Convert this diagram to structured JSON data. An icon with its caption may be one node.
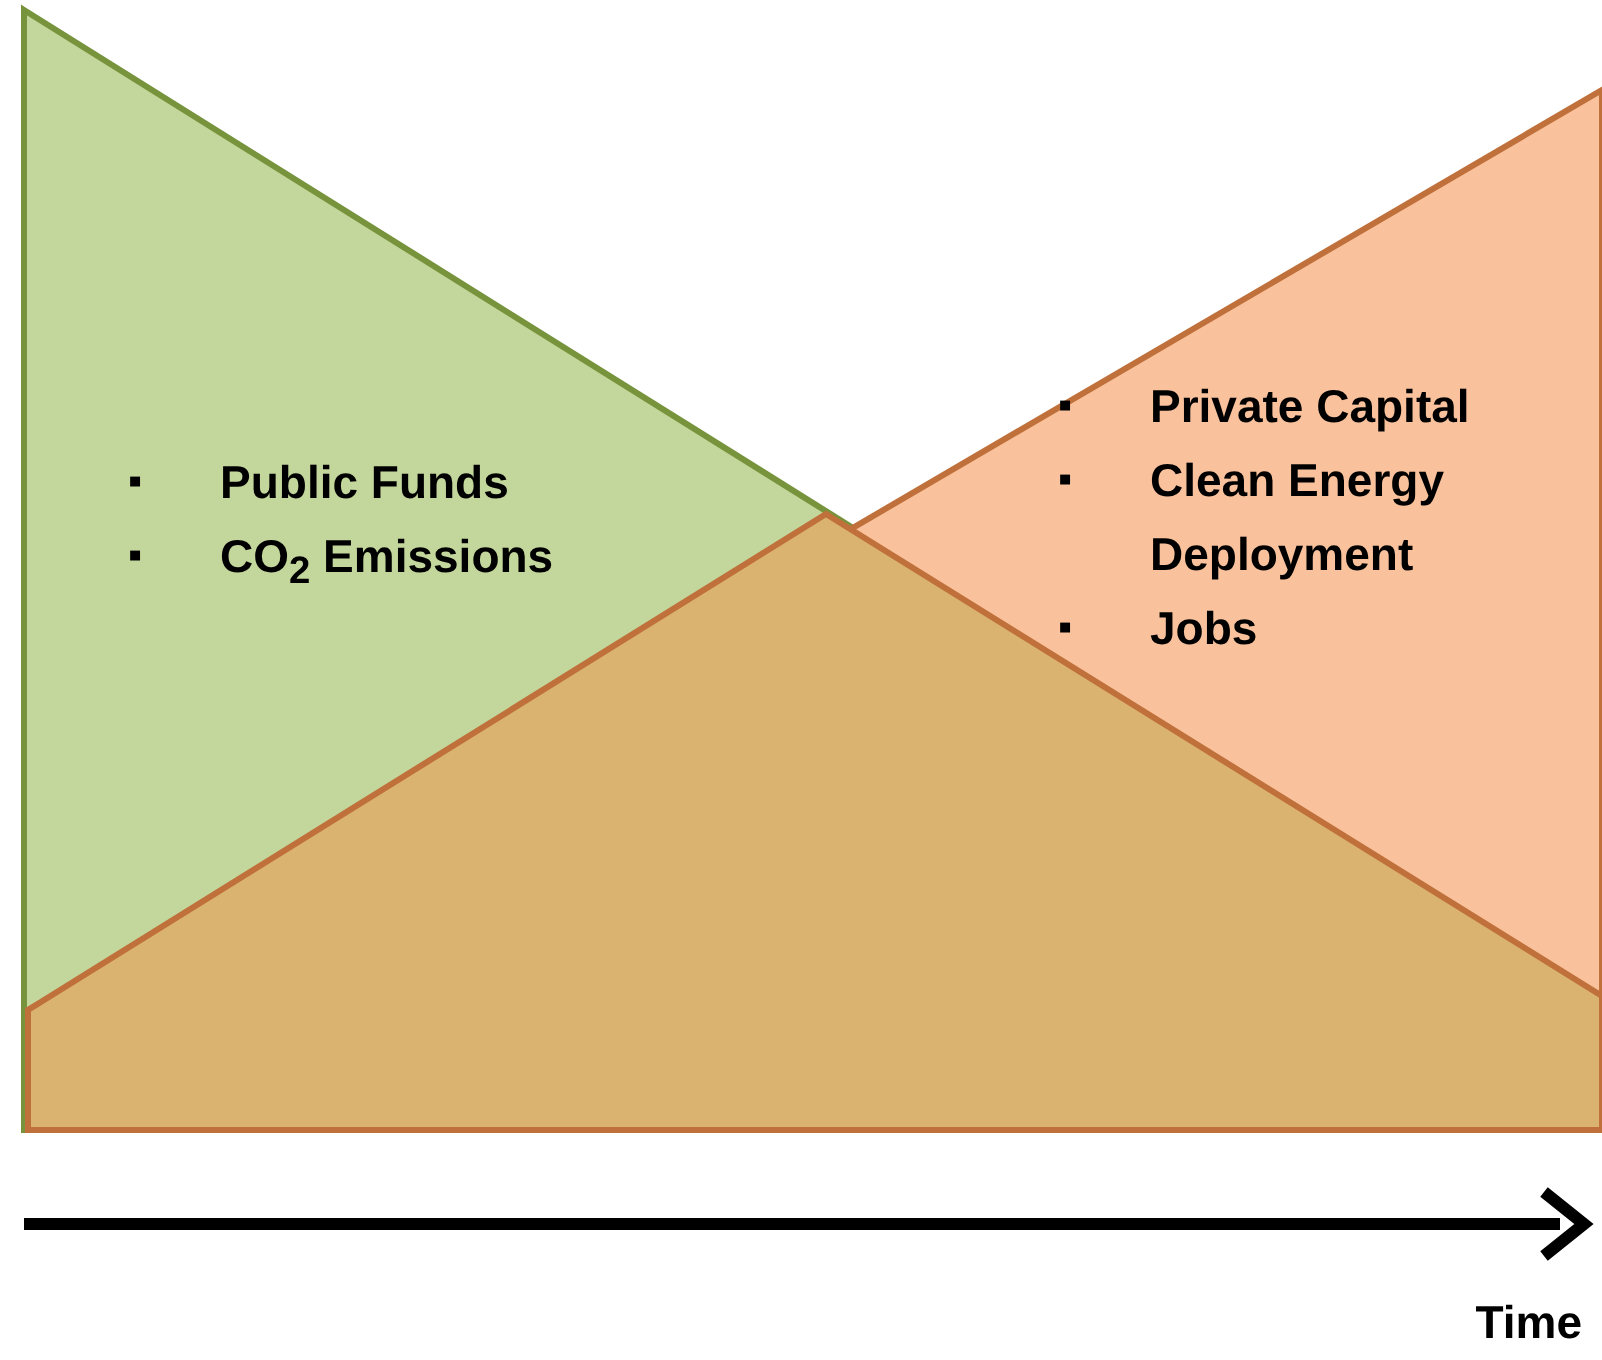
{
  "diagram": {
    "nodes": [
      {
        "text": [
          "▪",
          "Public Funds",
          "▪",
          "CO$_{2}$ Emissions"
        ]
      },
      {
        "text": [
          "▪",
          "Private Capital",
          "▪",
          "Clean Energy Deployment",
          "▪",
          "Jobs"
        ]
      }
    ],
    "labels": [
      "Time"
    ]
  }
}
